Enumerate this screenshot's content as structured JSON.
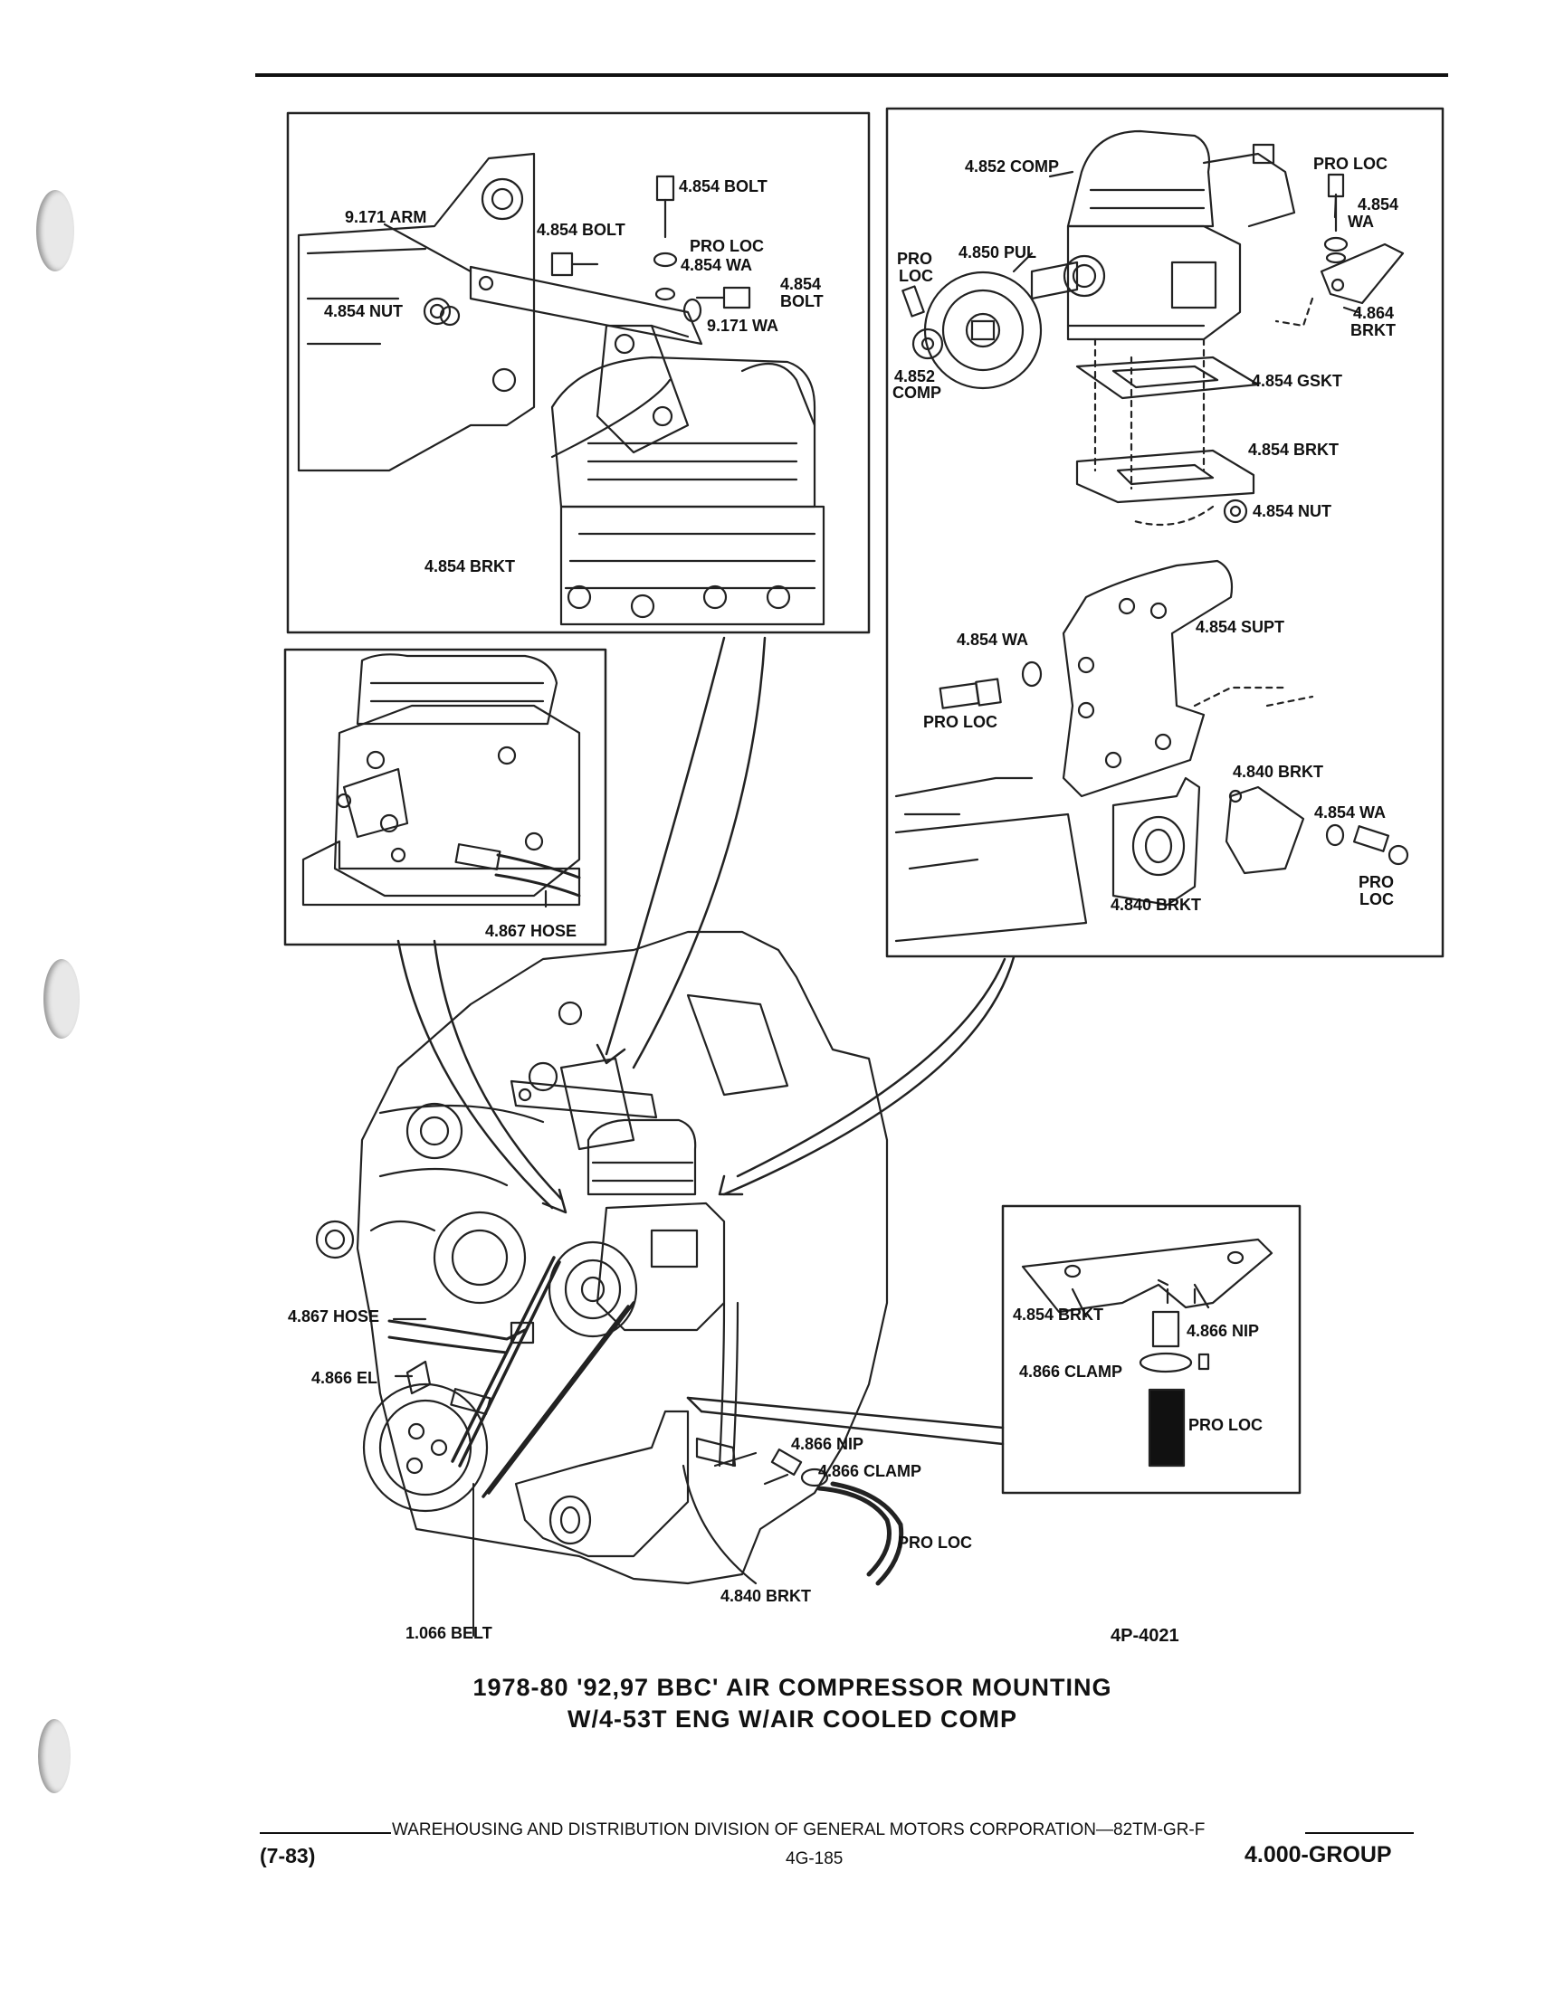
{
  "labels": {
    "tl_bolt_top": "4.854 BOLT",
    "tl_arm": "9.171 ARM",
    "tl_bolt_left": "4.854 BOLT",
    "tl_pro_loc": "PRO LOC",
    "tl_wa": "4.854 WA",
    "tl_bolt_right_1": "4.854",
    "tl_bolt_right_2": "BOLT",
    "tl_nut": "4.854 NUT",
    "tl_wa2": "9.171 WA",
    "tl_brkt": "4.854 BRKT",
    "tr_comp": "4.852 COMP",
    "tr_pro_loc_right": "PRO LOC",
    "tr_wa_1": "4.854",
    "tr_wa_2": "WA",
    "tr_pro_loc_left_1": "PRO",
    "tr_pro_loc_left_2": "LOC",
    "tr_pul": "4.850 PUL",
    "tr_brkt_1": "4.864",
    "tr_brkt_2": "BRKT",
    "tr_comp_small_1": "4.852",
    "tr_comp_small_2": "COMP",
    "tr_gskt": "4.854 GSKT",
    "tr_brkt2": "4.854 BRKT",
    "tr_nut": "4.854 NUT",
    "tr_wa2": "4.854 WA",
    "tr_supt": "4.854 SUPT",
    "tr_pro_loc_mid": "PRO LOC",
    "tr_brkt3": "4.840 BRKT",
    "tr_wa3": "4.854 WA",
    "tr_pro_loc_br_1": "PRO",
    "tr_pro_loc_br_2": "LOC",
    "tr_brkt4": "4.840 BRKT",
    "ml_hose": "4.867 HOSE",
    "br_brkt": "4.854 BRKT",
    "br_nip": "4.866 NIP",
    "br_clamp": "4.866 CLAMP",
    "br_pro_loc": "PRO LOC",
    "main_hose": "4.867 HOSE",
    "main_el": "4.866 EL",
    "main_nip": "4.866 NIP",
    "main_clamp": "4.866 CLAMP",
    "main_pro_loc": "PRO LOC",
    "main_brkt": "4.840 BRKT",
    "main_belt": "1.066 BELT",
    "figure_id": "4P-4021"
  },
  "caption": {
    "line1": "1978-80 '92,97 BBC' AIR COMPRESSOR MOUNTING",
    "line2": "W/4-53T ENG W/AIR COOLED COMP"
  },
  "footer": {
    "division": "WAREHOUSING AND DISTRIBUTION  DIVISION OF GENERAL MOTORS CORPORATION—82TM-GR-F",
    "date_code": "(7-83)",
    "page_number": "4G-185",
    "group": "4.000-GROUP"
  }
}
